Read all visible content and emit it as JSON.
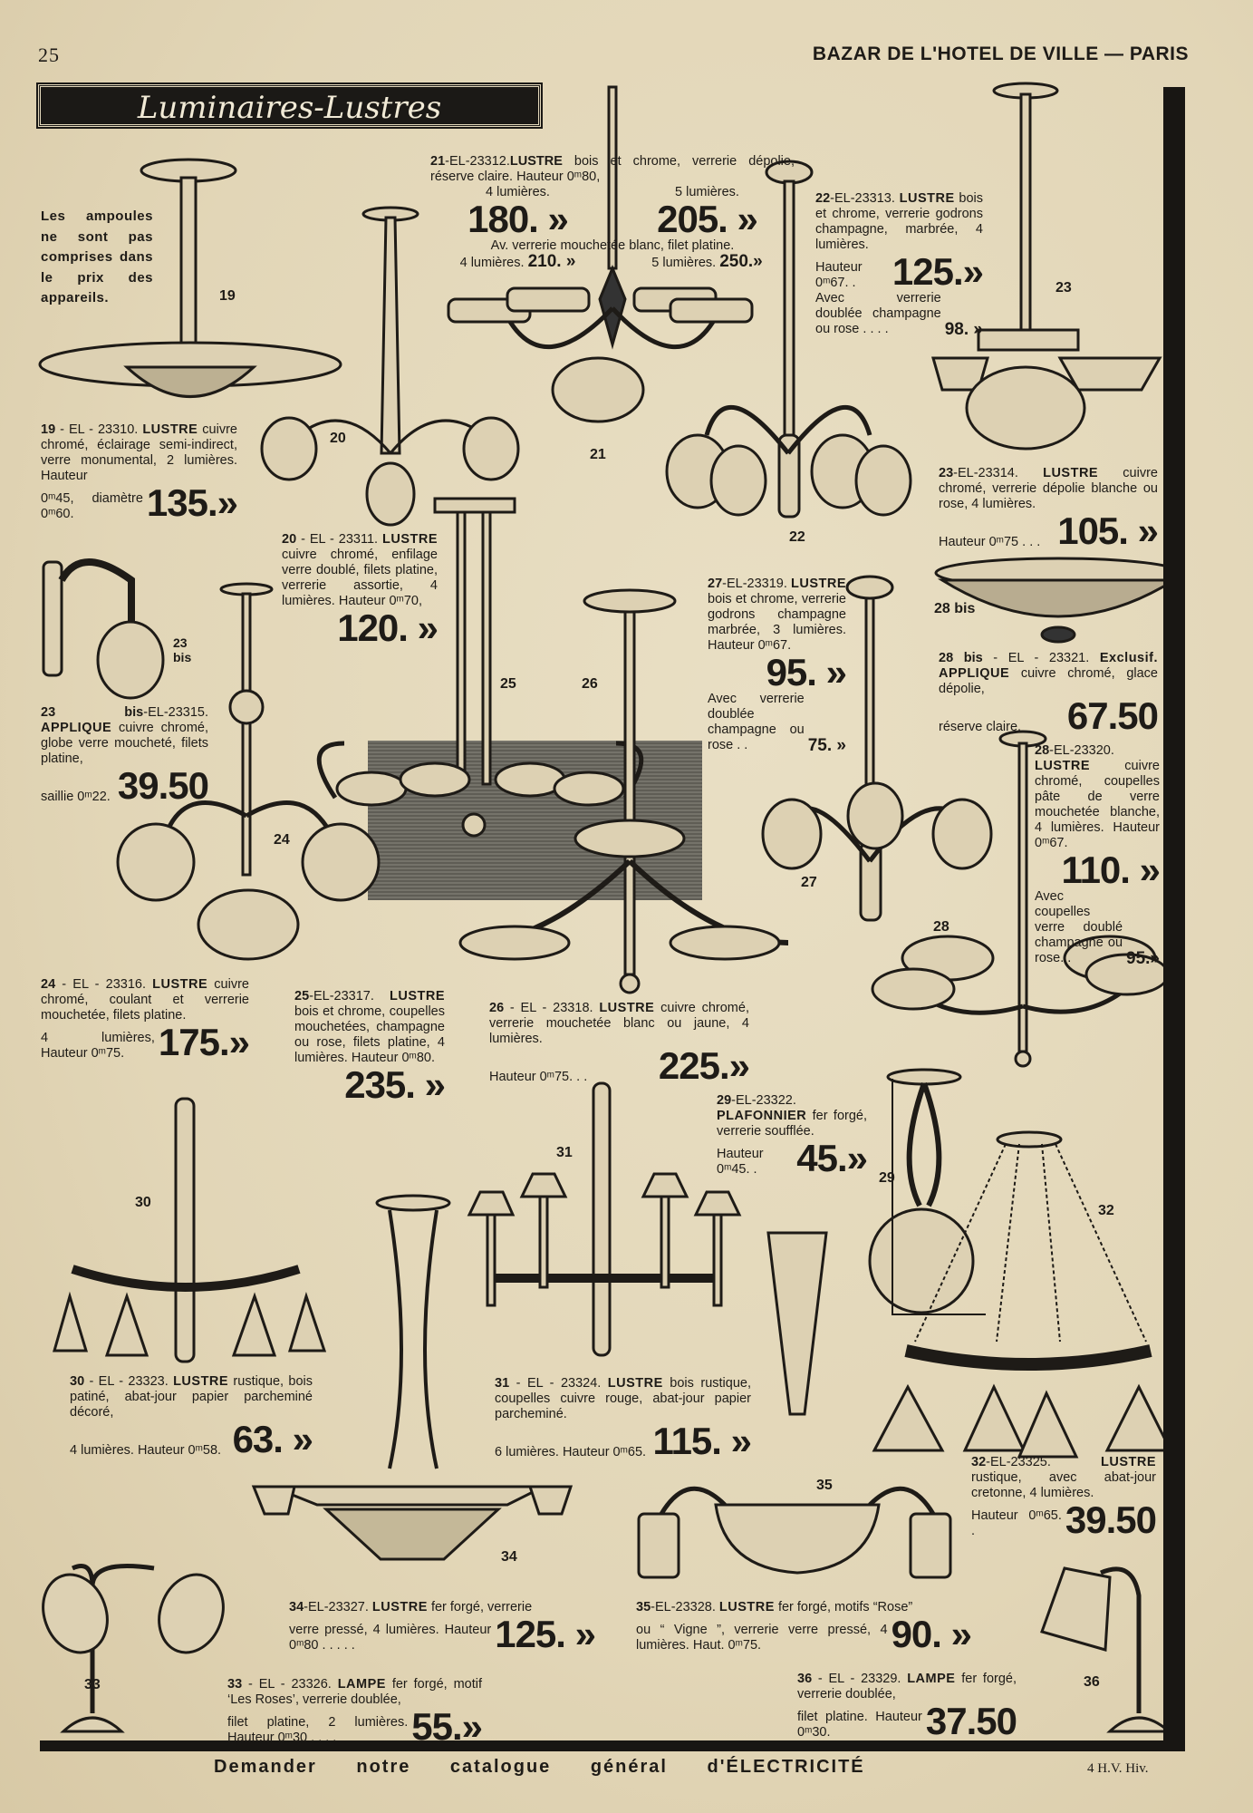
{
  "header": {
    "page_number": "25",
    "store": "BAZAR DE L'HOTEL DE VILLE — PARIS"
  },
  "title": "Luminaires-Lustres",
  "note": "Les ampoules ne sont pas comprises dans le prix des appareils.",
  "figure_numbers": {
    "f19": "19",
    "f20": "20",
    "f21": "21",
    "f22": "22",
    "f23": "23",
    "f23bis": "23 bis",
    "f24": "24",
    "f25": "25",
    "f26": "26",
    "f27": "27",
    "f28": "28",
    "f28bis": "28 bis",
    "f29": "29",
    "f30": "30",
    "f31": "31",
    "f32": "32",
    "f33": "33",
    "f34": "34",
    "f35": "35",
    "f36": "36"
  },
  "items": [
    {
      "key": "19",
      "num": "19",
      "ref": " - EL - 23310. ",
      "name": "LUSTRE",
      "desc": " cuivre chromé, éclairage semi-indirect, verre monumental, 2 lumières. Hauteur",
      "tail": "0ᵐ45, diamètre 0ᵐ60.",
      "price": "135.»"
    },
    {
      "key": "20",
      "num": "20",
      "ref": " - EL - 23311. ",
      "name": "LUSTRE",
      "desc": " cuivre chromé, enfilage verre doublé, filets platine, verrerie assortie, 4 lumières. Hauteur 0ᵐ70,",
      "tail": "",
      "price": "120. »"
    },
    {
      "key": "22",
      "num": "22",
      "ref": "-EL-23313. ",
      "name": "LUSTRE",
      "desc": " bois et chrome, verrerie godrons champagne, marbrée, 4 lumières.",
      "tail": "Hauteur 0ᵐ67. .",
      "price": "125.»",
      "extra": "Avec verrerie doublée champagne ou rose . . . .",
      "extra_price": "98. »"
    },
    {
      "key": "23",
      "num": "23",
      "ref": "-EL-23314. ",
      "name": "LUSTRE",
      "desc": " cuivre chromé, verrerie dépolie blanche ou rose, 4 lumières.",
      "tail": "Hauteur 0ᵐ75 . . .",
      "price": "105. »"
    },
    {
      "key": "23bis",
      "num": "23 bis",
      "ref": "-EL-23315. ",
      "name": "APPLIQUE",
      "desc": " cuivre chromé, globe verre moucheté, filets platine,",
      "tail": "saillie 0ᵐ22.",
      "price": "39.50"
    },
    {
      "key": "27",
      "num": "27",
      "ref": "-EL-23319. ",
      "name": "LUSTRE",
      "desc": " bois et chrome, verrerie godrons champagne marbrée, 3 lumières. Hauteur 0ᵐ67.",
      "tail": "",
      "price": "95. »",
      "extra": "Avec verrerie doublée champagne ou rose . .",
      "extra_price": "75. »"
    },
    {
      "key": "28bis",
      "num": "28 bis",
      "ref": " - EL - 23321. ",
      "name": "Exclusif. APPLIQUE",
      "desc": " cuivre chromé, glace dépolie,",
      "tail": "réserve claire.",
      "price": "67.50"
    },
    {
      "key": "28",
      "num": "28",
      "ref": "-EL-23320. ",
      "name": "LUSTRE",
      "desc": " cuivre chromé, coupelles pâte de verre mouchetée blanche, 4 lumières. Hauteur 0ᵐ67.",
      "tail": "",
      "price": "110. »",
      "extra": "Avec coupelles verre doublé champagne ou rose. .",
      "extra_price": "95.»"
    },
    {
      "key": "24",
      "num": "24",
      "ref": " - EL - 23316. ",
      "name": "LUSTRE",
      "desc": " cuivre chromé, coulant et verrerie mouchetée, filets platine.",
      "tail": "4 lumières, Hauteur 0ᵐ75.",
      "price": "175.»"
    },
    {
      "key": "25",
      "num": "25",
      "ref": "-EL-23317. ",
      "name": "LUSTRE",
      "desc": " bois et chrome, coupelles mouchetées, champagne ou rose, filets platine, 4 lumières. Hauteur 0ᵐ80.",
      "tail": "",
      "price": "235. »"
    },
    {
      "key": "26",
      "num": "26",
      "ref": " - EL - 23318. ",
      "name": "LUSTRE",
      "desc": " cuivre chromé, verrerie mouchetée blanc ou jaune, 4 lumières.",
      "tail": "Hauteur 0ᵐ75. . .",
      "price": "225.»"
    },
    {
      "key": "29",
      "num": "29",
      "ref": "-EL-23322. ",
      "name": "PLAFONNIER",
      "desc": " fer forgé, verrerie soufflée.",
      "tail": "Hauteur 0ᵐ45. .",
      "price": "45.»"
    },
    {
      "key": "30",
      "num": "30",
      "ref": " - EL - 23323. ",
      "name": "LUSTRE",
      "desc": " rustique, bois patiné, abat-jour papier parcheminé décoré,",
      "tail": "4 lumières. Hauteur 0ᵐ58.",
      "price": "63. »"
    },
    {
      "key": "31",
      "num": "31",
      "ref": " - EL - 23324. ",
      "name": "LUSTRE",
      "desc": " bois rustique, coupelles cuivre rouge, abat-jour papier parcheminé.",
      "tail": "6 lumières. Hauteur 0ᵐ65.",
      "price": "115. »"
    },
    {
      "key": "32",
      "num": "32",
      "ref": "-EL-23325. ",
      "name": "LUSTRE",
      "desc": " rustique, avec abat-jour cretonne, 4 lumières.",
      "tail": "Hauteur 0ᵐ65. .",
      "price": "39.50"
    },
    {
      "key": "34",
      "num": "34",
      "ref": "-EL-23327. ",
      "name": "LUSTRE",
      "desc": " fer forgé, verrerie",
      "tail": "verre pressé, 4 lumières. Hauteur 0ᵐ80 . . . . .",
      "price": "125. »"
    },
    {
      "key": "35",
      "num": "35",
      "ref": "-EL-23328. ",
      "name": "LUSTRE",
      "desc": " fer forgé, motifs “Rose”",
      "tail": "ou “ Vigne ”, verrerie verre pressé, 4 lumières. Haut. 0ᵐ75.",
      "price": "90. »"
    },
    {
      "key": "33",
      "num": "33",
      "ref": " - EL - 23326. ",
      "name": "LAMPE",
      "desc": " fer forgé, motif ‘Les Roses’, verrerie doublée,",
      "tail": "filet platine, 2 lumières. Hauteur 0ᵐ30 . . . .",
      "price": "55.»"
    },
    {
      "key": "36",
      "num": "36",
      "ref": " - EL - 23329. ",
      "name": "LAMPE",
      "desc": " fer forgé, verrerie doublée,",
      "tail": "filet platine. Hauteur 0ᵐ30.",
      "price": "37.50"
    }
  ],
  "item21": {
    "num": "21",
    "ref": "-EL-23312.",
    "name": "LUSTRE",
    "desc": "bois et chrome, verrerie dépolie, réserve claire. Hauteur 0ᵐ80,",
    "left_lights": "4 lumières.",
    "left_price": "180. »",
    "right_lights": "5 lumières.",
    "right_price": "205. »",
    "variant": "Av. verrerie mouchetée blanc, filet platine.",
    "v_left": "4 lumières.",
    "v_left_price": "210. »",
    "v_right": "5 lumières.",
    "v_right_price": "250.»"
  },
  "footer": {
    "text": "Demander notre catalogue général d'ÉLECTRICITÉ",
    "code": "4 H.V. Hiv."
  }
}
